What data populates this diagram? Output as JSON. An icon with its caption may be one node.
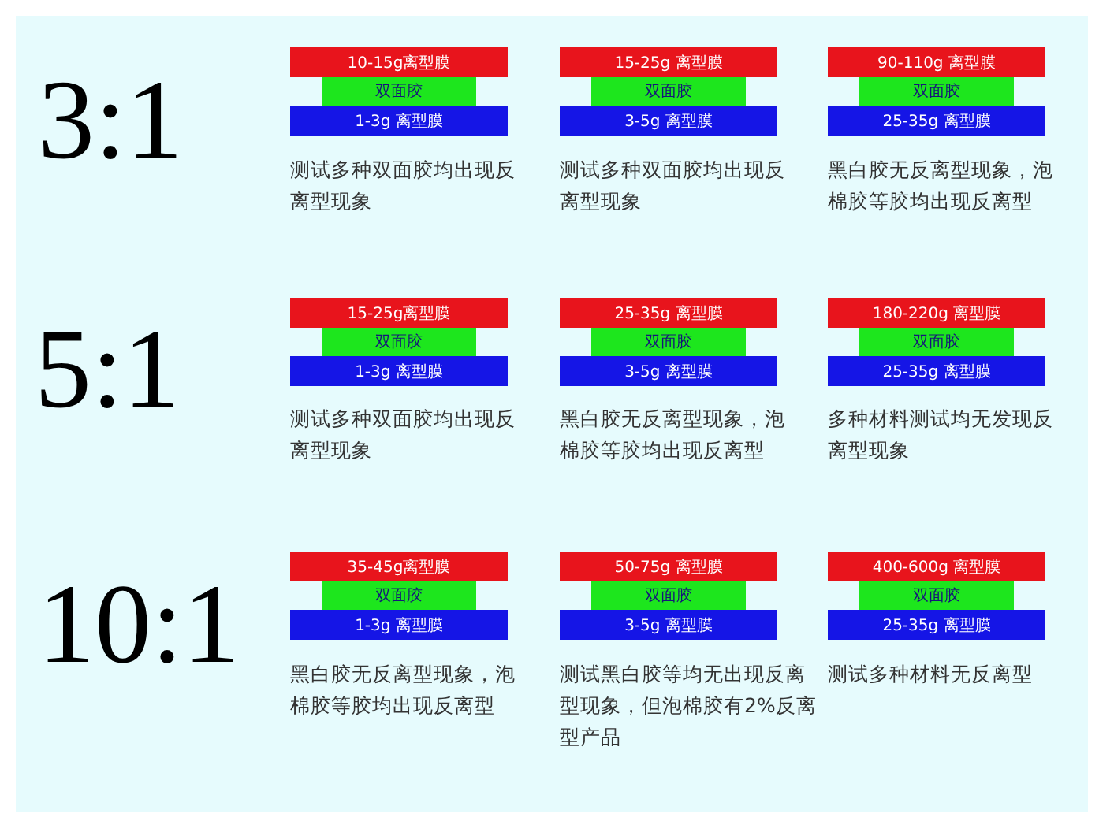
{
  "diagram": {
    "nodes": [
      {
        "text": [
          "10-15g离型膜"
        ]
      },
      {
        "text": [
          "双面胶"
        ]
      },
      {
        "text": [
          "1-3g 离型膜"
        ]
      },
      {
        "text": [
          "15-25g 离型膜"
        ]
      },
      {
        "text": [
          "双面胶"
        ]
      },
      {
        "text": [
          "3-5g 离型膜"
        ]
      },
      {
        "text": [
          "90-110g 离型膜"
        ]
      },
      {
        "text": [
          "双面胶"
        ]
      },
      {
        "text": [
          "25-35g 离型膜"
        ]
      },
      {
        "text": [
          "15-25g离型膜"
        ]
      },
      {
        "text": [
          "双面胶"
        ]
      },
      {
        "text": [
          "1-3g 离型膜"
        ]
      },
      {
        "text": [
          "25-35g 离型膜"
        ]
      },
      {
        "text": [
          "双面胶"
        ]
      },
      {
        "text": [
          "3-5g 离型膜"
        ]
      },
      {
        "text": [
          "180-220g 离型膜"
        ]
      },
      {
        "text": [
          "双面胶"
        ]
      },
      {
        "text": [
          "25-35g 离型膜"
        ]
      },
      {
        "text": [
          "35-45g离型膜"
        ]
      },
      {
        "text": [
          "双面胶"
        ]
      },
      {
        "text": [
          "1-3g 离型膜"
        ]
      },
      {
        "text": [
          "50-75g 离型膜"
        ]
      },
      {
        "text": [
          "双面胶"
        ]
      },
      {
        "text": [
          "3-5g 离型膜"
        ]
      },
      {
        "text": [
          "400-600g 离型膜"
        ]
      },
      {
        "text": [
          "双面胶"
        ]
      },
      {
        "text": [
          "25-35g 离型膜"
        ]
      }
    ],
    "labels": [
      "3:1",
      "测试多种双面胶均出现反离型现象",
      "测试多种双面胶均出现反离型现象",
      "黑白胶无反离型现象，泡棉胶等胶均出现反离型",
      "5:1",
      "测试多种双面胶均出现反离型现象",
      "黑白胶无反离型现象，泡棉胶等胶均出现反离型",
      "多种材料测试均无发现反离型现象",
      "10:1",
      "黑白胶无反离型现象，泡棉胶等胶均出现反离型",
      "测试黑白胶等均无出现反离型现象，但泡棉胶有2%反离型产品",
      "测试多种材料无反离型"
    ]
  }
}
